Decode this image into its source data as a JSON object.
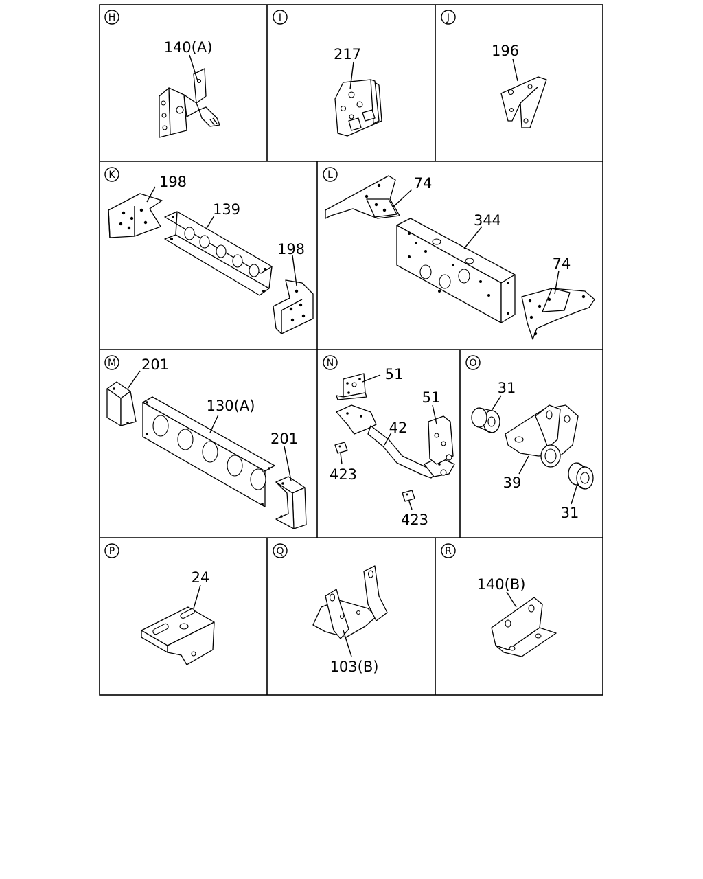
{
  "sections": [
    {
      "id": "H",
      "parts": [
        "140(A)"
      ]
    },
    {
      "id": "I",
      "parts": [
        "217"
      ]
    },
    {
      "id": "J",
      "parts": [
        "196"
      ]
    },
    {
      "id": "K",
      "parts": [
        "198",
        "139",
        "198"
      ]
    },
    {
      "id": "L",
      "parts": [
        "74",
        "344",
        "74"
      ]
    },
    {
      "id": "M",
      "parts": [
        "201",
        "130(A)",
        "201"
      ]
    },
    {
      "id": "N",
      "parts": [
        "51",
        "51",
        "42",
        "423",
        "423"
      ]
    },
    {
      "id": "O",
      "parts": [
        "31",
        "39",
        "31"
      ]
    },
    {
      "id": "P",
      "parts": [
        "24"
      ]
    },
    {
      "id": "Q",
      "parts": [
        "103(B)"
      ]
    },
    {
      "id": "R",
      "parts": [
        "140(B)"
      ]
    }
  ]
}
